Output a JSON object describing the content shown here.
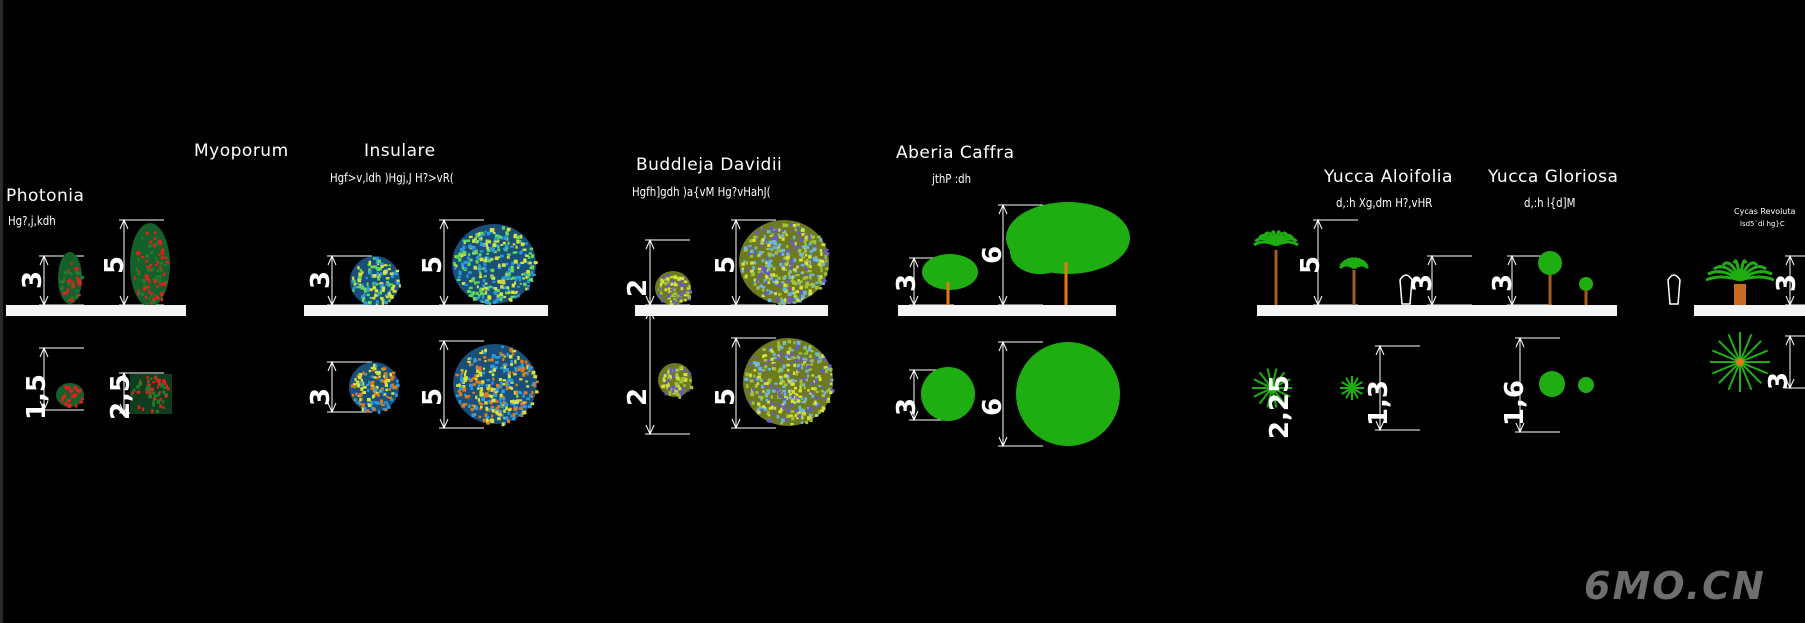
{
  "plants": {
    "photonia": {
      "name": "Photonia",
      "sub": "Hg?,j,kdh",
      "elev_small": "3",
      "elev_large": "5",
      "plan_small": "1,5",
      "plan_large": "2,5"
    },
    "myoporum": {
      "name": "Myoporum",
      "name2": "Insulare",
      "sub": "Hgf>v,ldh )Hgj,J H?>vR(",
      "elev_small": "3",
      "elev_large": "5",
      "plan_small": "3",
      "plan_large": "5"
    },
    "buddleja": {
      "name": "Buddleja Davidii",
      "sub": "Hgfh]gdh )a{vM Hg?vHahJ(",
      "elev_small": "2",
      "elev_large": "5",
      "plan_small": "2",
      "plan_large": "5"
    },
    "aberia": {
      "name": "Aberia Caffra",
      "sub": "jthP :dh",
      "elev_small": "3",
      "elev_large": "6",
      "plan_small": "3",
      "plan_large": "6"
    },
    "yucca_aloifolia": {
      "name": "Yucca Aloifolia",
      "sub": "d,:h Xg,dm H?,vHR",
      "elev_large": "5",
      "elev_small": "3",
      "plan_large": "2,25",
      "plan_small": "1,3"
    },
    "yucca_gloriosa": {
      "name": "Yucca Gloriosa",
      "sub": "d,:h l{d]M",
      "elev": "3",
      "plan": "1,6"
    },
    "cycas": {
      "name": "Cycas Revoluta",
      "sub": "lsd5`dl hg}C",
      "elev": "3",
      "plan": "3"
    }
  },
  "watermark": "6MO.CN",
  "colors": {
    "background": "#000000",
    "ground": "#f4f4f4",
    "dimension": "#ffffff",
    "green": "#1fae12",
    "red": "#e0201c",
    "blue": "#2a9ae0",
    "yellow": "#d8e23a",
    "orange": "#e07a1a",
    "purple": "#6a5ac8"
  }
}
